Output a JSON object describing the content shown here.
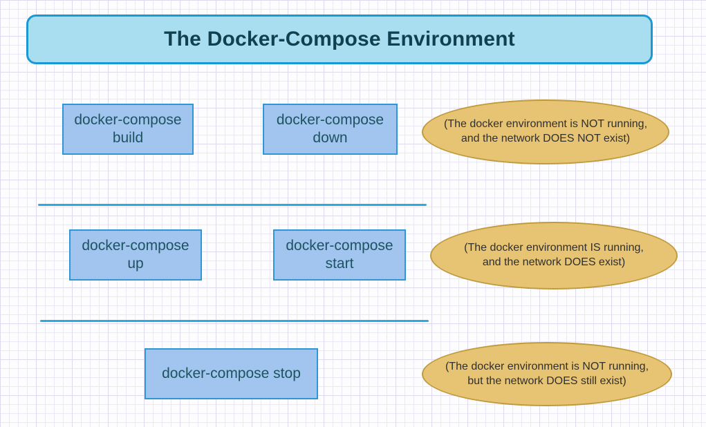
{
  "title": {
    "label": "The Docker-Compose Environment"
  },
  "rows": [
    {
      "commands": [
        "docker-compose build",
        "docker-compose down"
      ],
      "state": {
        "line1": "(The docker environment is NOT running,",
        "line2": "and the network DOES NOT exist)"
      }
    },
    {
      "commands": [
        "docker-compose up",
        "docker-compose start"
      ],
      "state": {
        "line1": "(The docker environment IS running,",
        "line2": "and the network DOES exist)"
      }
    },
    {
      "commands": [
        "docker-compose stop"
      ],
      "state": {
        "line1": "(The docker environment is NOT running,",
        "line2": "but the network DOES still exist)"
      }
    }
  ],
  "colors": {
    "title_fill": "#a9def1",
    "title_border": "#1b98d4",
    "title_text": "#11414f",
    "command_fill": "#a1c5ee",
    "command_border": "#2e96d4",
    "command_text": "#1d5360",
    "state_fill": "#e7c474",
    "state_border": "#c09b3d",
    "state_text": "#2f2f2f",
    "divider": "#2ba9e0"
  }
}
